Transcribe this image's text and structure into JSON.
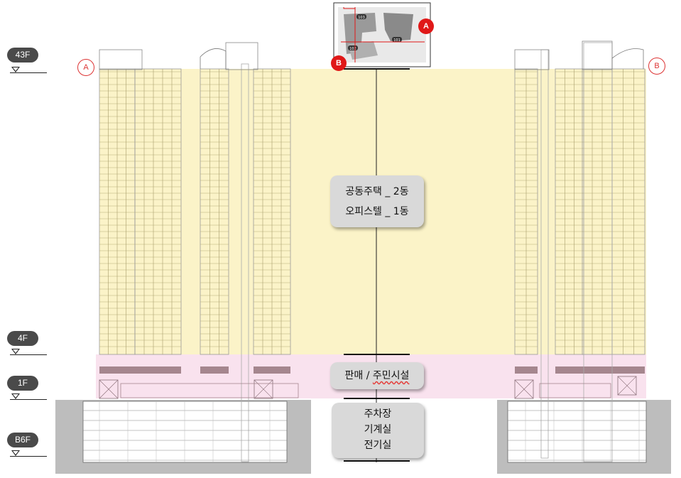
{
  "floor_levels": [
    {
      "label": "43F"
    },
    {
      "label": "4F"
    },
    {
      "label": "1F"
    },
    {
      "label": "B6F"
    }
  ],
  "section_markers": {
    "left": "A",
    "right": "B"
  },
  "key_plan": {
    "markers": [
      "A",
      "B"
    ],
    "building_labels": [
      "101",
      "102",
      "103"
    ]
  },
  "zones": {
    "residential": {
      "line1": "공동주택 _ 2동",
      "line2": "오피스텔 _ 1동",
      "color": "#fbf3c8"
    },
    "retail": {
      "text_a": "판매 / ",
      "text_b": "주민시설",
      "color": "#f9e2ee"
    },
    "basement": {
      "line1": "주차장",
      "line2": "기계실",
      "line3": "전기실",
      "color": "#bdbdbd"
    }
  },
  "colors": {
    "accent_red": "#e01818",
    "badge": "#4a4a4a"
  }
}
